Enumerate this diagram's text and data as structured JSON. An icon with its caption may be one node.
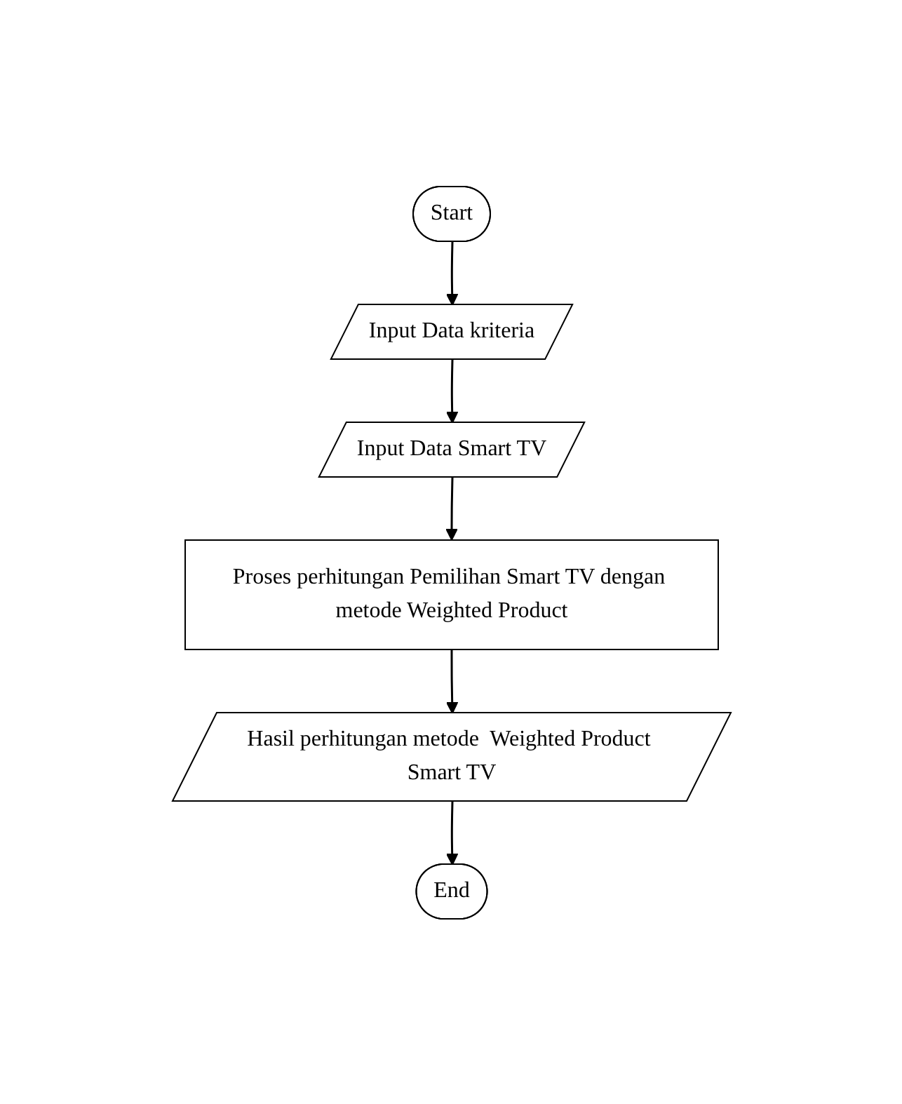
{
  "diagram": {
    "nodes": [
      {
        "text": [
          "Start"
        ]
      },
      {
        "text": [
          "Input Data kriteria"
        ]
      },
      {
        "text": [
          "Input Data Smart TV"
        ]
      },
      {
        "text": [
          "Proses perhitungan Pemilihan Smart TV dengan metode Weighted Product"
        ]
      },
      {
        "text": [
          "Hasil perhitungan metode  Weighted Product Smart TV"
        ]
      },
      {
        "text": [
          "End"
        ]
      }
    ],
    "edges": [
      {
        "from": 0,
        "to": 1,
        "arrow": "to"
      },
      {
        "from": 1,
        "to": 2,
        "arrow": "to"
      },
      {
        "from": 2,
        "to": 3,
        "arrow": "to"
      },
      {
        "from": 3,
        "to": 4,
        "arrow": "to"
      },
      {
        "from": 4,
        "to": 5,
        "arrow": "to"
      }
    ]
  }
}
